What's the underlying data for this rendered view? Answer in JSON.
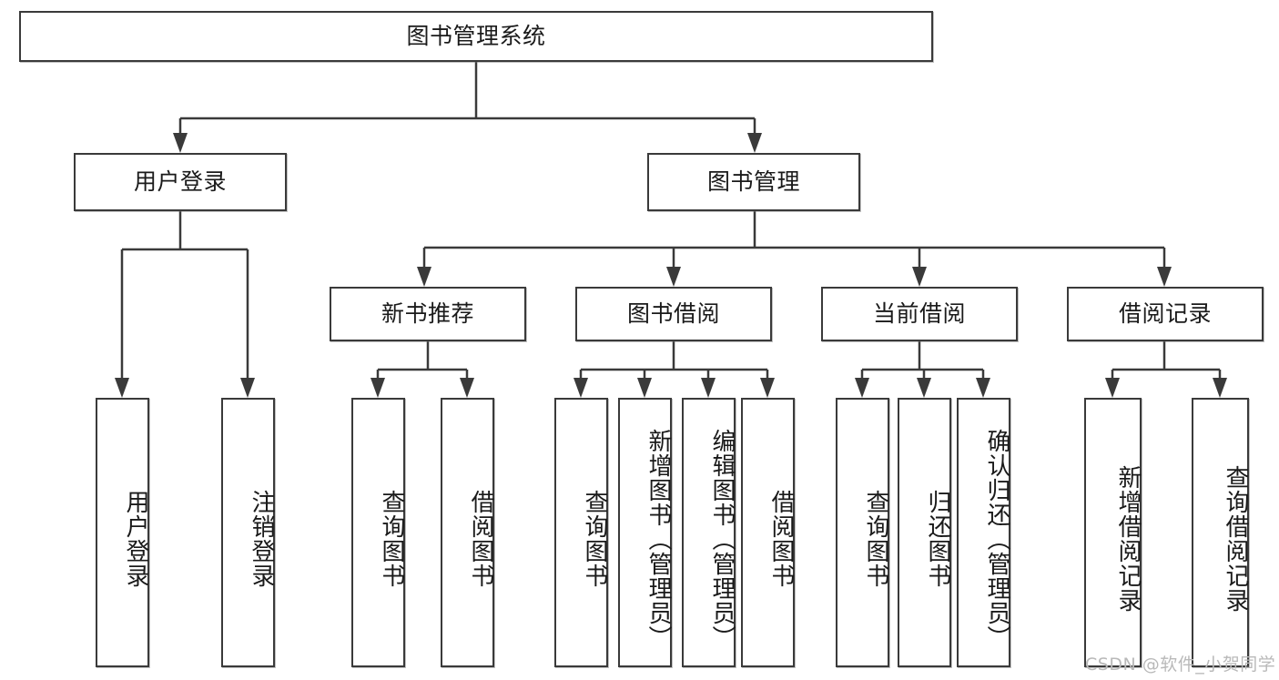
{
  "diagram": {
    "title_node": {
      "label": "图书管理系统"
    },
    "level2": [
      {
        "label": "用户登录"
      },
      {
        "label": "图书管理"
      }
    ],
    "level3": [
      {
        "label": "新书推荐"
      },
      {
        "label": "图书借阅"
      },
      {
        "label": "当前借阅"
      },
      {
        "label": "借阅记录"
      }
    ],
    "leaves": {
      "user_login": [
        {
          "label": "用户登录"
        },
        {
          "label": "注销登录"
        }
      ],
      "new_book_recommend": [
        {
          "label": "查询图书"
        },
        {
          "label": "借阅图书"
        }
      ],
      "book_borrow": [
        {
          "label": "查询图书"
        },
        {
          "label": "新增图书（管理员）"
        },
        {
          "label": "编辑图书（管理员）"
        },
        {
          "label": "借阅图书"
        }
      ],
      "current_borrow": [
        {
          "label": "查询图书"
        },
        {
          "label": "归还图书"
        },
        {
          "label": "确认归还（管理员）"
        }
      ],
      "borrow_record": [
        {
          "label": "新增借阅记录"
        },
        {
          "label": "查询借阅记录"
        }
      ]
    }
  },
  "watermark": {
    "text": "CSDN @软件_小贺同学"
  },
  "colors": {
    "stroke": "#3a3a3a",
    "background": "#ffffff",
    "text": "#1a1a1a",
    "watermark": "#b9b9b9"
  }
}
